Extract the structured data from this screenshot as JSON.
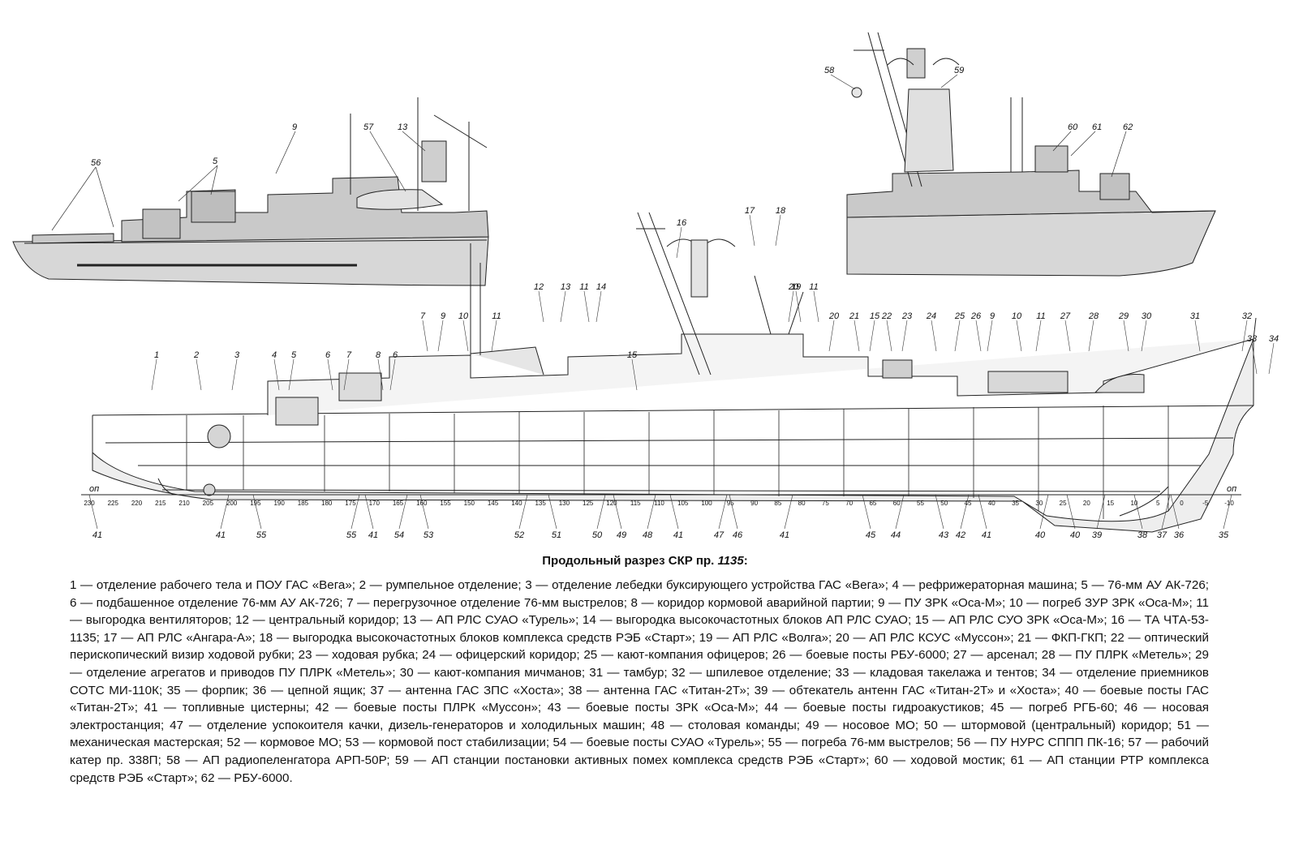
{
  "caption": {
    "prefix": "Продольный разрез СКР пр. ",
    "project": "1135",
    "suffix": ":"
  },
  "legend_text": "1 — отделение рабочего тела и ПОУ ГАС «Вега»; 2 — румпельное отделение; 3 — отделение лебедки буксирующего устройства ГАС «Вега»; 4 — рефрижераторная машина; 5 — 76-мм АУ АК-726; 6 — подбашенное отделение 76-мм АУ АК-726; 7 — перегрузочное отделение 76-мм выстрелов; 8 — коридор кормовой аварийной партии; 9 — ПУ ЗРК «Оса-М»; 10 — погреб ЗУР ЗРК «Оса-М»; 11 — выгородка вентиляторов; 12 — центральный коридор; 13 — АП РЛС СУАО «Турель»; 14 — выгородка высокочастотных блоков АП РЛС СУАО; 15 — АП РЛС СУО ЗРК «Оса-М»; 16 — ТА ЧТА-53-1135; 17 — АП РЛС «Ангара-А»; 18 — выгородка высокочастотных блоков комплекса средств РЭБ «Старт»; 19 — АП РЛС «Волга»; 20 — АП РЛС КСУС «Муссон»; 21 — ФКП-ГКП; 22 — оптический перископический визир ходовой рубки; 23 — ходовая рубка; 24 — офицерский коридор; 25 — кают-компания офицеров; 26 — боевые посты РБУ-6000; 27 — арсенал; 28 — ПУ ПЛРК «Метель»; 29 — отделение агрегатов и приводов ПУ ПЛРК «Метель»; 30 — кают-компания мичманов; 31 — тамбур; 32 — шпилевое отделение; 33 — кладовая такелажа и тентов; 34 — отделение приемников СОТС МИ-110К; 35 — форпик; 36 — цепной ящик; 37 — антенна ГАС ЗПС «Хоста»; 38 — антенна ГАС «Титан-2Т»; 39 — обтекатель антенн ГАС «Титан-2Т» и «Хоста»; 40 — боевые посты ГАС «Титан-2Т»; 41 — топливные цистерны; 42 — боевые посты ПЛРК «Муссон»; 43 — боевые посты ЗРК «Оса-М»; 44 — боевые посты гидроакустиков; 45 — погреб РГБ-60; 46 — носовая электростанция; 47 — отделение успокоителя качки, дизель-генераторов и холодильных машин; 48 — столовая команды; 49 — носовое МО; 50 — штормовой (центральный) коридор; 51 — механическая мастерская; 52 — кормовое МО; 53 — кормовой пост стабилизации; 54 — боевые посты СУАО «Турель»; 55 — погреба 76-мм выстрелов; 56 — ПУ НУРС СППП ПК-16; 57 — рабочий катер пр. 338П; 58 — АП радиопеленгатора АРП-50Р; 59 — АП станции постановки активных помех комплекса средств РЭБ «Старт»; 60 — ходовой мостик; 61 — АП станции РТР комплекса средств РЭБ «Старт»; 62 — РБУ-6000.",
  "baseline_label": "оп",
  "frame_numbers": [
    "230",
    "225",
    "220",
    "215",
    "210",
    "205",
    "200",
    "195",
    "190",
    "185",
    "180",
    "175",
    "170",
    "165",
    "160",
    "155",
    "150",
    "145",
    "140",
    "135",
    "130",
    "125",
    "120",
    "115",
    "110",
    "105",
    "100",
    "95",
    "90",
    "85",
    "80",
    "75",
    "70",
    "65",
    "60",
    "55",
    "50",
    "45",
    "40",
    "35",
    "30",
    "25",
    "20",
    "15",
    "10",
    "5",
    "0",
    "-5",
    "-10"
  ],
  "aft_view_callouts": [
    "56",
    "5",
    "9",
    "57",
    "13"
  ],
  "fwd_view_callouts": [
    "58",
    "59",
    "60",
    "61",
    "62"
  ],
  "section_top_callouts": [
    "1",
    "2",
    "3",
    "4",
    "5",
    "6",
    "7",
    "8",
    "6",
    "7",
    "9",
    "10",
    "11",
    "12",
    "13",
    "11",
    "14",
    "15",
    "16",
    "17",
    "18",
    "19",
    "20",
    "11",
    "20",
    "21",
    "15",
    "22",
    "23",
    "24",
    "25",
    "26",
    "9",
    "10",
    "11",
    "27",
    "28",
    "29",
    "30",
    "31",
    "32",
    "33",
    "34"
  ],
  "section_bottom_callouts": [
    "41",
    "41",
    "55",
    "55",
    "41",
    "54",
    "53",
    "52",
    "51",
    "50",
    "49",
    "48",
    "41",
    "47",
    "46",
    "41",
    "45",
    "44",
    "43",
    "42",
    "41",
    "40",
    "40",
    "39",
    "38",
    "37",
    "36",
    "35"
  ]
}
